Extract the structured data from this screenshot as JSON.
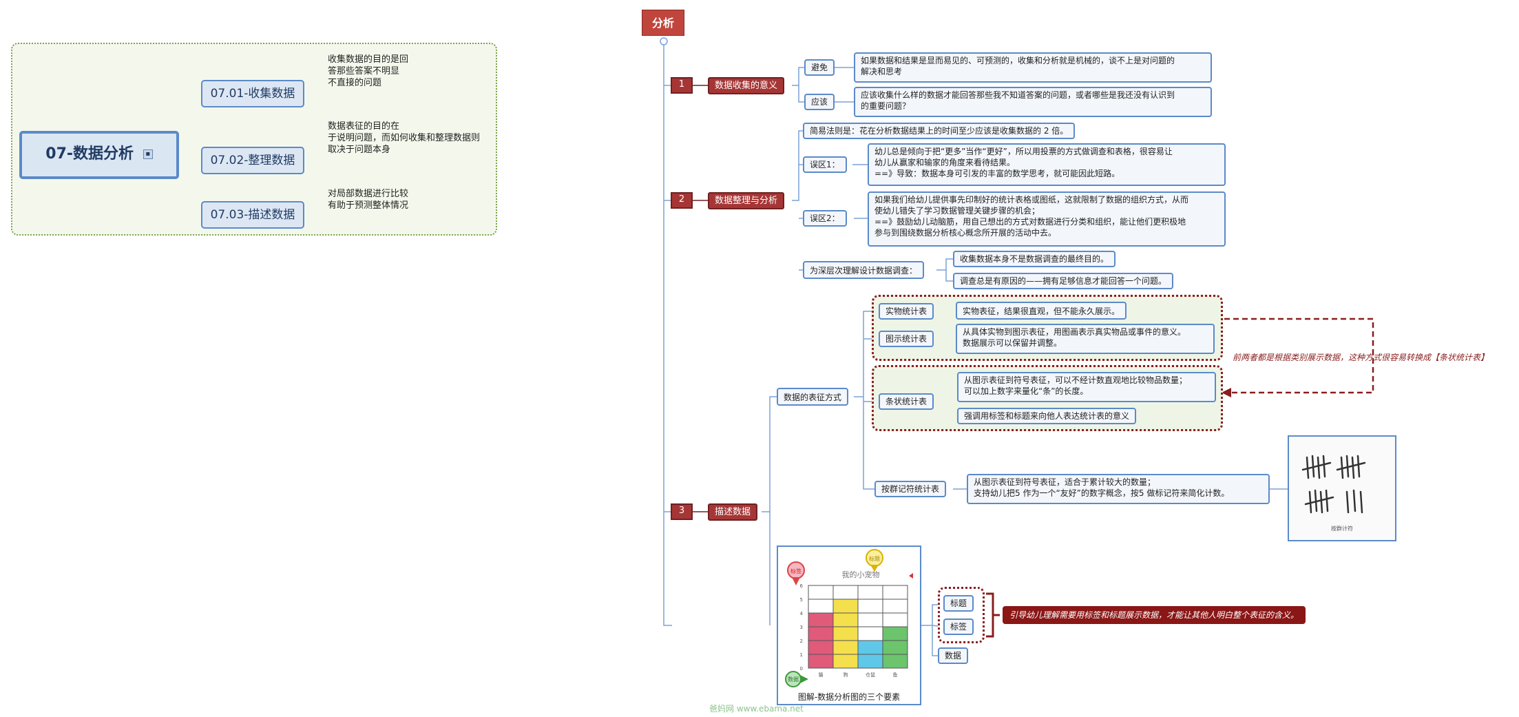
{
  "left_map": {
    "root": "07-数据分析",
    "branches": [
      {
        "label": "07.01-收集数据",
        "note": [
          "收集数据的目的是回",
          "答那些答案不明显",
          "不直接的问题"
        ]
      },
      {
        "label": "07.02-整理数据",
        "note": [
          "数据表征的目的在",
          "于说明问题，而如何收集和整理数据则",
          "取决于问题本身"
        ]
      },
      {
        "label": "07.03-描述数据",
        "note": [
          "对局部数据进行比较",
          "有助于预测整体情况"
        ]
      }
    ]
  },
  "right_map": {
    "root": "分析",
    "sections": [
      {
        "num": "1",
        "label": "数据收集的意义",
        "children": [
          {
            "label": "避免",
            "detail": [
              "如果数据和结果是显而易见的、可预测的，收集和分析就是机械的，谈不上是对问题的",
              "解决和思考"
            ]
          },
          {
            "label": "应该",
            "detail": [
              "应该收集什么样的数据才能回答那些我不知道答案的问题，或者哪些是我还没有认识到",
              "的重要问题？"
            ]
          }
        ]
      },
      {
        "num": "2",
        "label": "数据整理与分析",
        "rule": "简易法则是：花在分析数据结果上的时间至少应该是收集数据的 2 倍。",
        "children": [
          {
            "label": "误区1：",
            "detail": [
              "幼儿总是倾向于把“更多”当作“更好”，所以用投票的方式做调查和表格，很容易让",
              "幼儿从赢家和输家的角度来看待结果。",
              "==》导致：数据本身可引发的丰富的数学思考，就可能因此短路。"
            ]
          },
          {
            "label": "误区2：",
            "detail": [
              "如果我们给幼儿提供事先印制好的统计表格或图纸，这就限制了数据的组织方式，从而",
              "使幼儿错失了学习数据管理关键步骤的机会；",
              "==》鼓励幼儿动脑筋，用自己想出的方式对数据进行分类和组织，能让他们更积极地",
              "参与到围绕数据分析核心概念所开展的活动中去。"
            ]
          }
        ],
        "design": {
          "label": "为深层次理解设计数据调查：",
          "items": [
            "收集数据本身不是数据调查的最终目的。",
            "调查总是有原因的——拥有足够信息才能回答一个问题。"
          ]
        }
      },
      {
        "num": "3",
        "label": "描述数据",
        "ways": {
          "label": "数据的表征方式",
          "group1": [
            {
              "label": "实物统计表",
              "detail": [
                "实物表征，结果很直观，但不能永久展示。"
              ]
            },
            {
              "label": "图示统计表",
              "detail": [
                "从具体实物到图示表征，用图画表示真实物品或事件的意义。",
                "数据展示可以保留并调整。"
              ]
            }
          ],
          "group2": {
            "label": "条状统计表",
            "items": [
              [
                "从图示表征到符号表征，可以不经计数直观地比较物品数量；",
                "可以加上数字来量化“条”的长度。"
              ],
              [
                "强调用标签和标题来向他人表达统计表的意义"
              ]
            ]
          },
          "tally": {
            "label": "按群记符统计表",
            "detail": [
              "从图示表征到符号表征，适合于累计较大的数量；",
              "支持幼儿把5 作为一个“友好”的数字概念，按5 做标记符来简化计数。"
            ],
            "image_caption": "按群计符"
          },
          "callout": "前两者都是根据类别展示数据，这种方式很容易转换成【条状统计表】"
        },
        "diagram": {
          "caption": "图解-数据分析图的三个要素",
          "chart_title": "我的小宠物",
          "pin_labels": [
            "标签",
            "标题",
            "数据"
          ],
          "y_ticks": [
            "0",
            "1",
            "2",
            "3",
            "4",
            "5",
            "6"
          ],
          "x_labels": [
            "猫",
            "狗",
            "仓鼠",
            "鱼"
          ],
          "elements": [
            "标题",
            "标签",
            "数据"
          ],
          "element_note": "引导幼儿理解需要用标签和标题展示数据，才能让其他人明白整个表征的含义。",
          "colors": [
            "#e05a7a",
            "#f4e04d",
            "#5fc8e8",
            "#6cc46c"
          ]
        }
      }
    ]
  },
  "watermark": "爸妈网 www.ebama.net"
}
